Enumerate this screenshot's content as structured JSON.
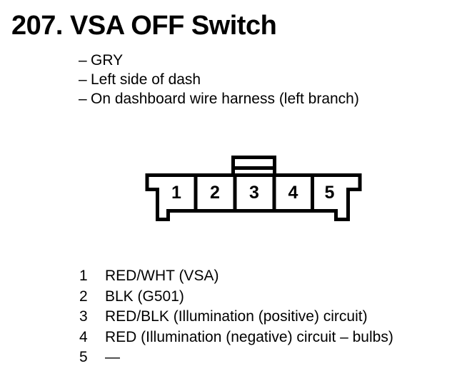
{
  "document": {
    "title": "207. VSA OFF Switch",
    "notes": [
      {
        "prefix": "–",
        "text": "GRY"
      },
      {
        "prefix": "–",
        "text": "Left side of dash"
      },
      {
        "prefix": "–",
        "text": "On dashboard wire harness (left branch)"
      }
    ],
    "connector": {
      "description": "5-cavity connector, front view, latch tab on top",
      "cavity_labels": [
        "1",
        "2",
        "3",
        "4",
        "5"
      ]
    },
    "pins": [
      {
        "number": "1",
        "description": "RED/WHT (VSA)"
      },
      {
        "number": "2",
        "description": "BLK (G501)"
      },
      {
        "number": "3",
        "description": "RED/BLK (Illumination (positive) circuit)"
      },
      {
        "number": "4",
        "description": "RED (Illumination (negative) circuit – bulbs)"
      },
      {
        "number": "5",
        "description": "—"
      }
    ],
    "colors": {
      "ink": "#000000",
      "paper": "#ffffff"
    }
  }
}
